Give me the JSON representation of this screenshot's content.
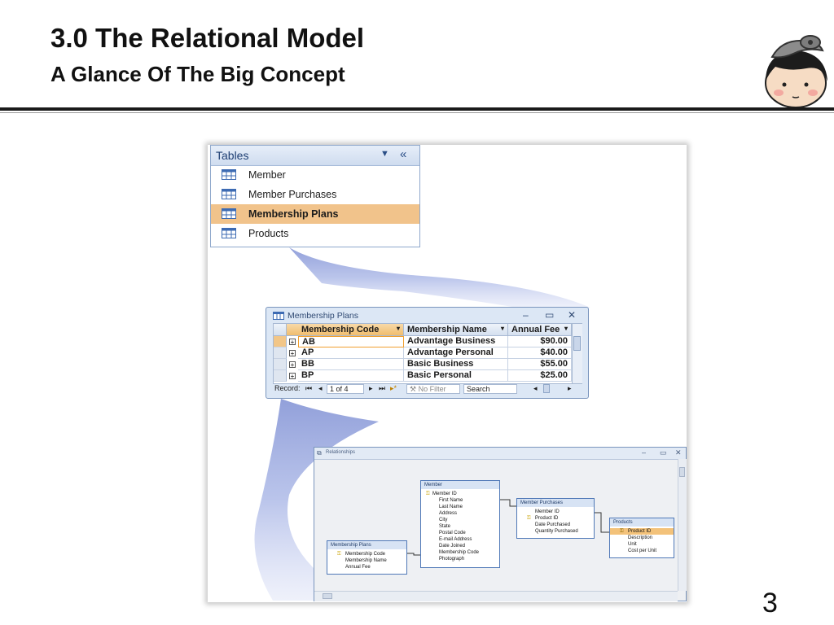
{
  "slide": {
    "title": "3.0 The Relational Model",
    "subtitle": "A Glance Of The Big Concept",
    "page_number": "3"
  },
  "nav_pane": {
    "header": "Tables",
    "dropdown_icon": "chevron-down-icon",
    "collapse_icon": "double-chevron-left-icon",
    "items": [
      {
        "label": "Member",
        "selected": false
      },
      {
        "label": "Member Purchases",
        "selected": false
      },
      {
        "label": "Membership Plans",
        "selected": true
      },
      {
        "label": "Products",
        "selected": false
      }
    ]
  },
  "datasheet": {
    "title": "Membership Plans",
    "columns": [
      "Membership Code",
      "Membership Name",
      "Annual Fee"
    ],
    "rows": [
      {
        "code": "AB",
        "name": "Advantage Business",
        "fee": "$90.00"
      },
      {
        "code": "AP",
        "name": "Advantage Personal",
        "fee": "$40.00"
      },
      {
        "code": "BB",
        "name": "Basic Business",
        "fee": "$55.00"
      },
      {
        "code": "BP",
        "name": "Basic Personal",
        "fee": "$25.00"
      }
    ],
    "status": {
      "record_label": "Record:",
      "record_position": "1 of 4",
      "filter_label": "No Filter",
      "search_placeholder": "Search"
    }
  },
  "relationships": {
    "title": "Relationships",
    "tables": {
      "member": {
        "name": "Member",
        "fields": [
          "Member ID",
          "First Name",
          "Last Name",
          "Address",
          "City",
          "State",
          "Postal Code",
          "E-mail Address",
          "Date Joined",
          "Membership Code",
          "Photograph"
        ]
      },
      "member_purchases": {
        "name": "Member Purchases",
        "fields": [
          "Member ID",
          "Product ID",
          "Date Purchased",
          "Quantity Purchased"
        ]
      },
      "products": {
        "name": "Products",
        "fields": [
          "Product ID",
          "Description",
          "Unit",
          "Cost per Unit"
        ]
      },
      "membership_plans": {
        "name": "Membership Plans",
        "fields": [
          "Membership Code",
          "Membership Name",
          "Annual Fee"
        ]
      }
    }
  },
  "colors": {
    "selection": "#f1c38b",
    "accent_blue": "#4f78b7",
    "swoosh": "#9aa8dc"
  }
}
